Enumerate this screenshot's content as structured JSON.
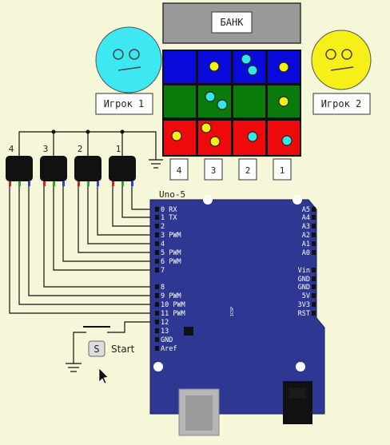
{
  "bank": {
    "label": "БАНК"
  },
  "player1": {
    "label": "Игрок 1"
  },
  "player2": {
    "label": "Игрок 2"
  },
  "colors": {
    "background": "#f6f6d8",
    "board_blue": "#0a0adc",
    "board_green": "#0a7a0a",
    "board_red": "#ee0a0a",
    "token_cyan": "#30e8e8",
    "token_yellow": "#f4f010",
    "arduino": "#2e3792"
  },
  "columns": [
    "4",
    "3",
    "2",
    "1"
  ],
  "button_numbers": [
    "4",
    "3",
    "2",
    "1"
  ],
  "arduino": {
    "title": "Uno-5",
    "left_pins": [
      "0 RX",
      "1 TX",
      "2",
      "3 PWM",
      "4",
      "5 PWM",
      "6 PWM",
      "7",
      "8",
      "9 PWM",
      "10 PWM",
      "11 PWM",
      "12",
      "13",
      "GND",
      "Aref"
    ],
    "right_pins": [
      "A5",
      "A4",
      "A3",
      "A2",
      "A1",
      "A0",
      "Vin",
      "GND",
      "GND",
      "5V",
      "3V3",
      "RST"
    ]
  },
  "start_button": {
    "key": "S",
    "label": "Start"
  }
}
